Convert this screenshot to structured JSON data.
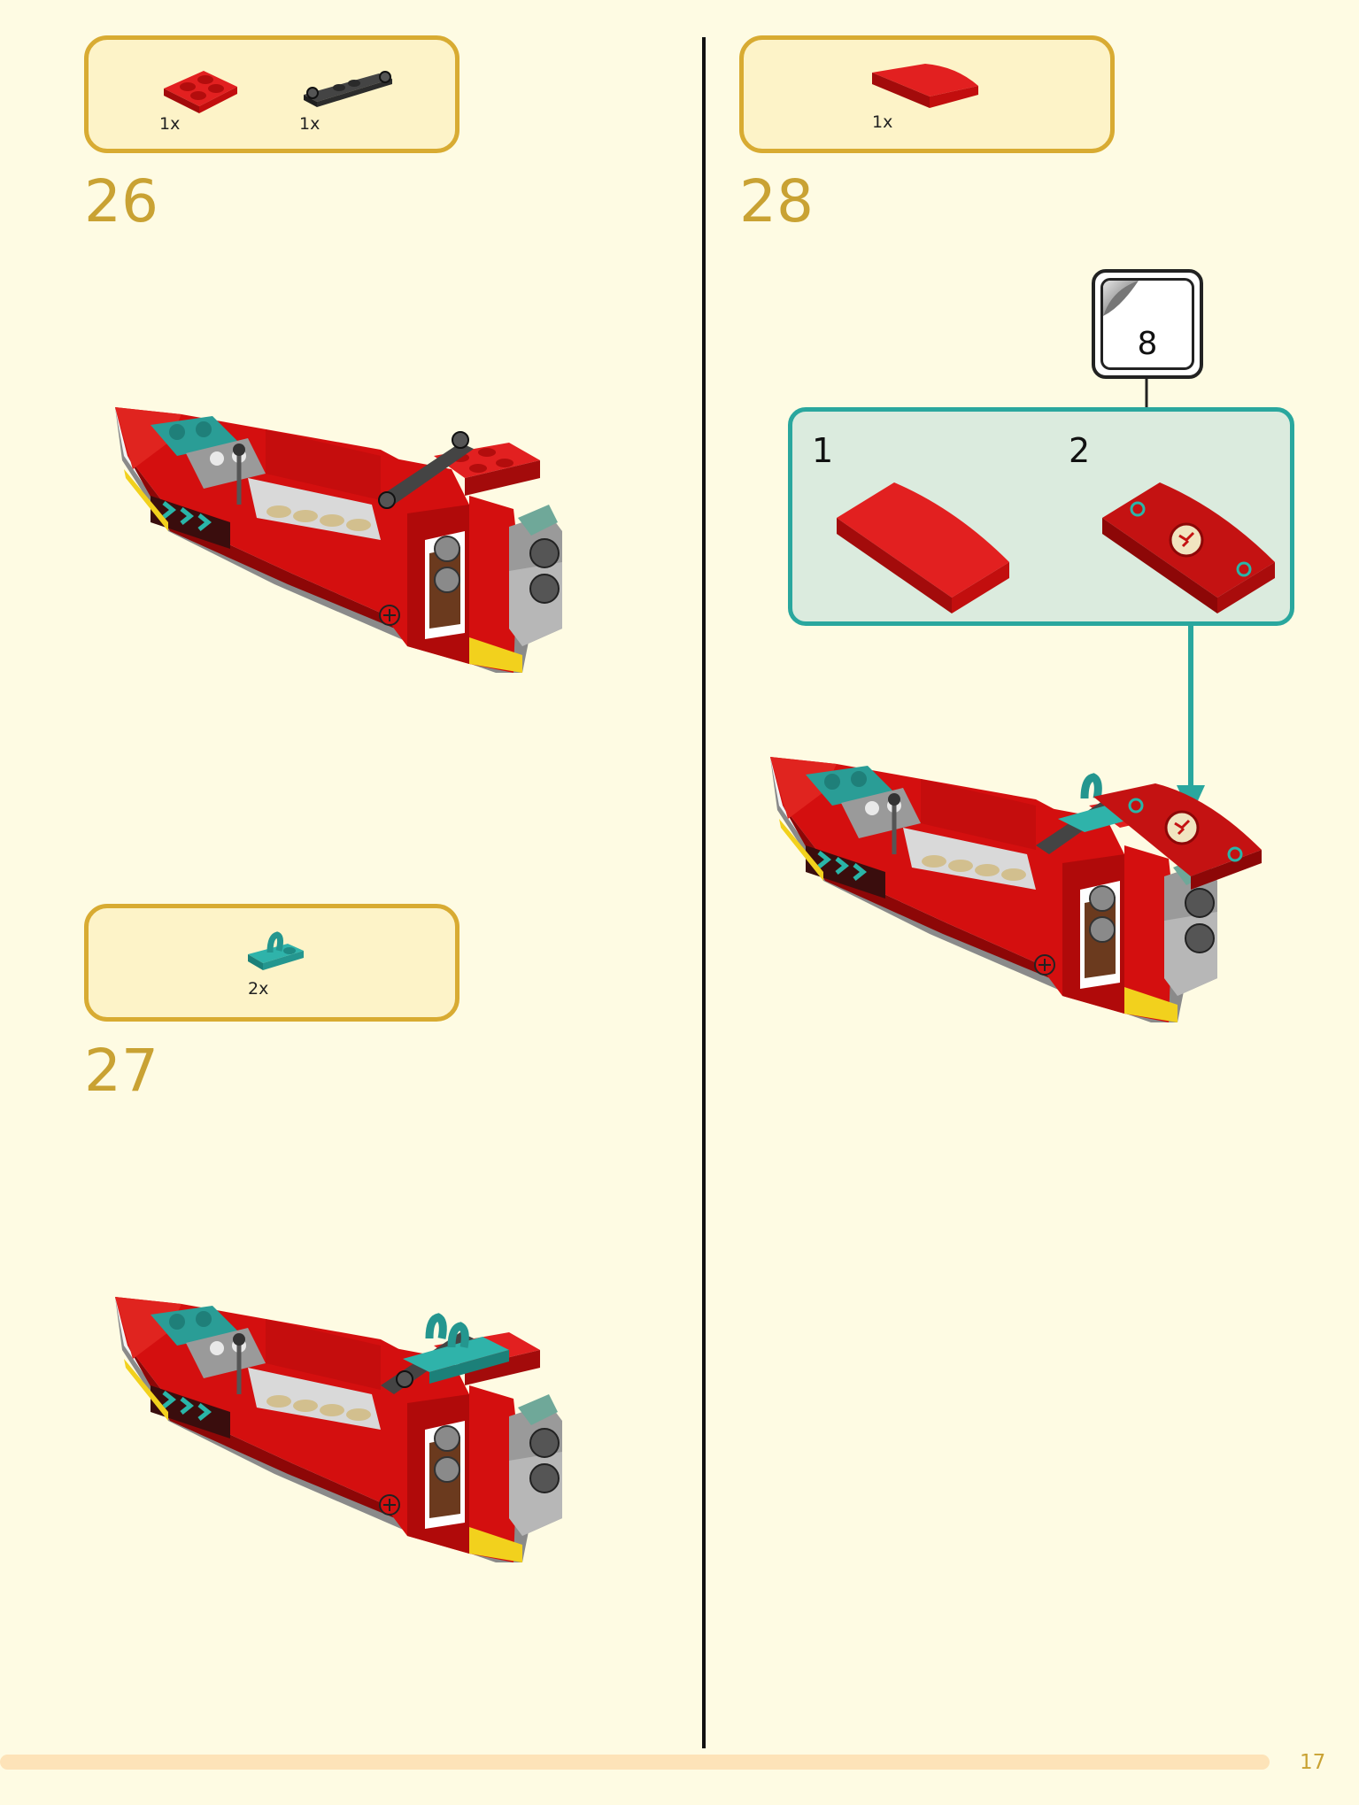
{
  "steps": [
    {
      "number": "26",
      "parts": [
        {
          "qty": "1x",
          "icon": "red-2x2-plate-icon"
        },
        {
          "qty": "1x",
          "icon": "black-clip-plate-icon"
        }
      ]
    },
    {
      "number": "27",
      "parts": [
        {
          "qty": "2x",
          "icon": "teal-clip-plate-icon"
        }
      ]
    },
    {
      "number": "28",
      "parts": [
        {
          "qty": "1x",
          "icon": "red-curved-slope-icon"
        }
      ],
      "sticker": {
        "number": "8"
      },
      "substeps": [
        {
          "label": "1"
        },
        {
          "label": "2"
        }
      ]
    }
  ],
  "page_number": "17",
  "colors": {
    "background": "#fefbe3",
    "parts_box_border": "#d8ab32",
    "parts_box_fill": "#fdf3c8",
    "step_number": "#c9a233",
    "substep_border": "#2aa79e",
    "substep_fill": "#dbebde",
    "brick_red": "#d40f0f",
    "brick_teal": "#2a9d96"
  }
}
